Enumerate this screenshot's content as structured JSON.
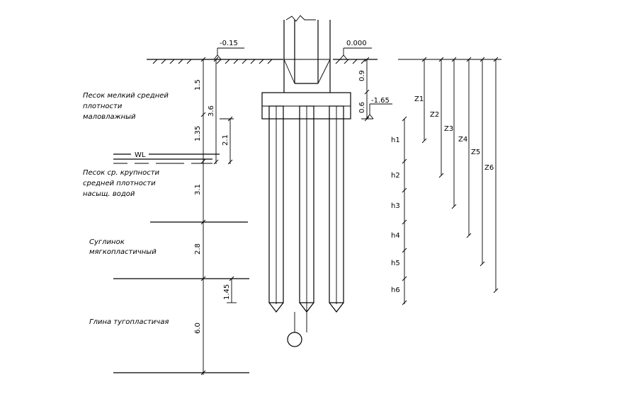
{
  "levels": {
    "ground": "-0.15",
    "floor": "0.000",
    "grillage_bottom": "-1.65"
  },
  "depths": {
    "d1": "1.5",
    "d2": "1.35",
    "d3": "3.1",
    "d4": "2.8",
    "d5": "6.0",
    "d6": "1.45",
    "d7": "3.6",
    "d8": "2.1",
    "d9": "0.9",
    "d10": "0.6"
  },
  "water_level": "WL",
  "soils": {
    "s1": [
      "Песок мелкий средней",
      "плотности",
      "маловлажный"
    ],
    "s2": [
      "Песок ср. крупности",
      "средней плотности",
      "насыщ. водой"
    ],
    "s3": [
      "Суглинок",
      "мягкопластичный"
    ],
    "s4": [
      "Глина тугопластичая"
    ]
  },
  "layers_h": [
    "h1",
    "h2",
    "h3",
    "h4",
    "h5",
    "h6"
  ],
  "depths_z": [
    "Z1",
    "Z2",
    "Z3",
    "Z4",
    "Z5",
    "Z6"
  ]
}
